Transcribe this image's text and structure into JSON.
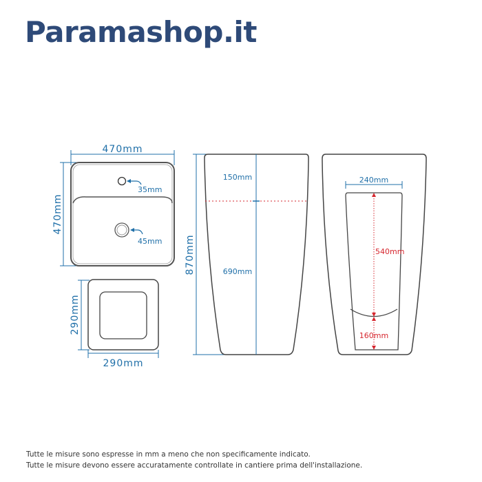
{
  "brand": {
    "name": "Paramashop.it",
    "color": "#2e4a78"
  },
  "colors": {
    "dimension": "#1f6fa8",
    "outline": "#555555",
    "red_dimension": "#d6262e"
  },
  "top_view": {
    "width_label": "470mm",
    "depth_label": "470mm",
    "tap_hole_label": "35mm",
    "drain_label": "45mm"
  },
  "base_view": {
    "height_label": "290mm",
    "width_label": "290mm"
  },
  "side_view": {
    "total_height_label": "870mm",
    "basin_height_label": "150mm",
    "pedestal_height_label": "690mm"
  },
  "rear_view": {
    "opening_width_label": "240mm",
    "opening_height_label": "540mm",
    "lower_height_label": "160mm"
  },
  "notes": [
    "Tutte le misure sono espresse in mm a meno che non specificamente indicato.",
    "Tutte le misure devono essere accuratamente controllate in cantiere prima dell'installazione."
  ]
}
